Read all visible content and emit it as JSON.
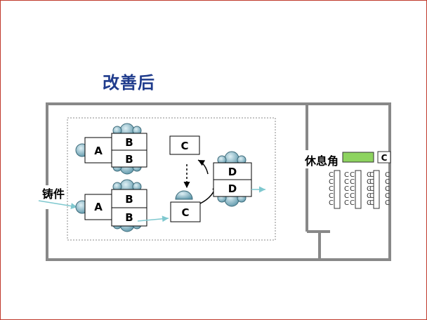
{
  "title": "改善后",
  "labels": {
    "casting": "铸件",
    "rest_area": "休息角"
  },
  "stations": {
    "a_top": "A",
    "b_top1": "B",
    "b_top2": "B",
    "c_top": "C",
    "d_top": "D",
    "d_mid": "D",
    "a_bottom": "A",
    "b_bottom1": "B",
    "b_bottom2": "B",
    "c_bottom": "C"
  },
  "chair_glyph": "C",
  "colors": {
    "title": "#1f3b8c",
    "frame": "#c0392b",
    "flow_arrow": "#7fc8cf",
    "rest_bar": "#8dd35f",
    "operator": "#7fb3c4"
  }
}
